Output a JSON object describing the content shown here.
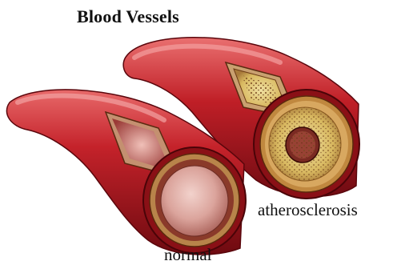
{
  "title": "Blood Vessels",
  "labels": {
    "atherosclerosis": "atherosclerosis",
    "normal": "normal"
  },
  "colors": {
    "vessel_dark": "#7a0a10",
    "vessel_mid": "#b81a22",
    "vessel_light": "#e06060",
    "wall_tan": "#c89a6a",
    "plaque_yellow": "#e0c060",
    "lumen_pink": "#e8b0a8"
  }
}
